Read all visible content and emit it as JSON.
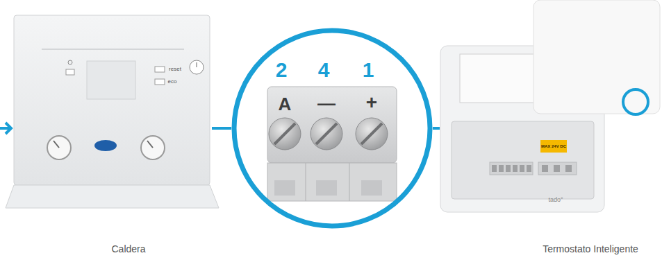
{
  "diagram": {
    "nodes": [
      {
        "text": [
          "Caldera"
        ]
      },
      {
        "text": [
          "2",
          "4",
          "1",
          "A",
          "—",
          "+"
        ]
      },
      {
        "text": [
          "Termostato Inteligente"
        ]
      }
    ],
    "edges": [
      {
        "from": 0,
        "to": 1,
        "arrow": "none"
      },
      {
        "from": 1,
        "to": 2,
        "arrow": "none"
      }
    ],
    "labels": [
      "reset",
      "eco",
      "MAX 24V DC",
      "tado°"
    ]
  }
}
